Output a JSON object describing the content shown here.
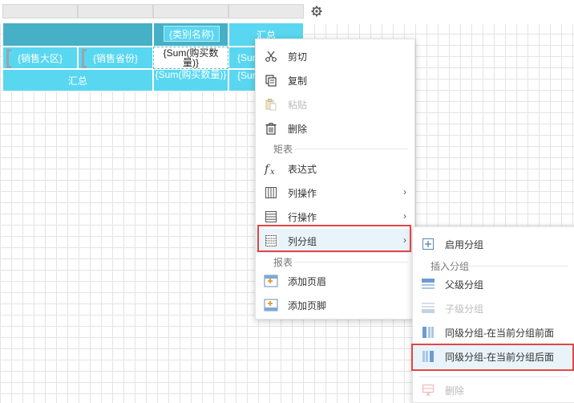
{
  "table": {
    "header_category": "{类别名称}",
    "header_summary": "汇总",
    "row_group1": "{销售大区}",
    "row_group2": "{销售省份}",
    "cell_sum": "{Sum(购买数量)}",
    "cell_sum_short": "{Sum",
    "footer_summary": "汇总",
    "footer_sum": "{Sum(购买数量)}"
  },
  "context_menu": {
    "items": [
      {
        "label": "剪切",
        "icon": "scissors-icon"
      },
      {
        "label": "复制",
        "icon": "copy-icon"
      },
      {
        "label": "粘贴",
        "icon": "paste-icon",
        "disabled": true
      },
      {
        "label": "删除",
        "icon": "trash-icon"
      }
    ],
    "section_matrix": "矩表",
    "matrix_items": [
      {
        "label": "表达式",
        "icon": "fx-icon"
      },
      {
        "label": "列操作",
        "icon": "columns-icon",
        "submenu": true
      },
      {
        "label": "行操作",
        "icon": "rows-icon",
        "submenu": true
      },
      {
        "label": "列分组",
        "icon": "column-group-icon",
        "submenu": true
      }
    ],
    "section_report": "报表",
    "report_items": [
      {
        "label": "添加页眉",
        "icon": "add-header-icon"
      },
      {
        "label": "添加页脚",
        "icon": "add-footer-icon"
      }
    ]
  },
  "sub_menu": {
    "enable_group": "启用分组",
    "section_insert": "插入分组",
    "items": [
      {
        "label": "父级分组",
        "icon": "parent-group-icon"
      },
      {
        "label": "子级分组",
        "icon": "child-group-icon",
        "disabled": true
      },
      {
        "label": "同级分组-在当前分组前面",
        "icon": "sibling-before-icon"
      },
      {
        "label": "同级分组-在当前分组后面",
        "icon": "sibling-after-icon"
      }
    ],
    "delete": "删除"
  },
  "colors": {
    "teal": "#45b0c6",
    "cyan": "#59d7f0",
    "highlight": "#e04646"
  }
}
